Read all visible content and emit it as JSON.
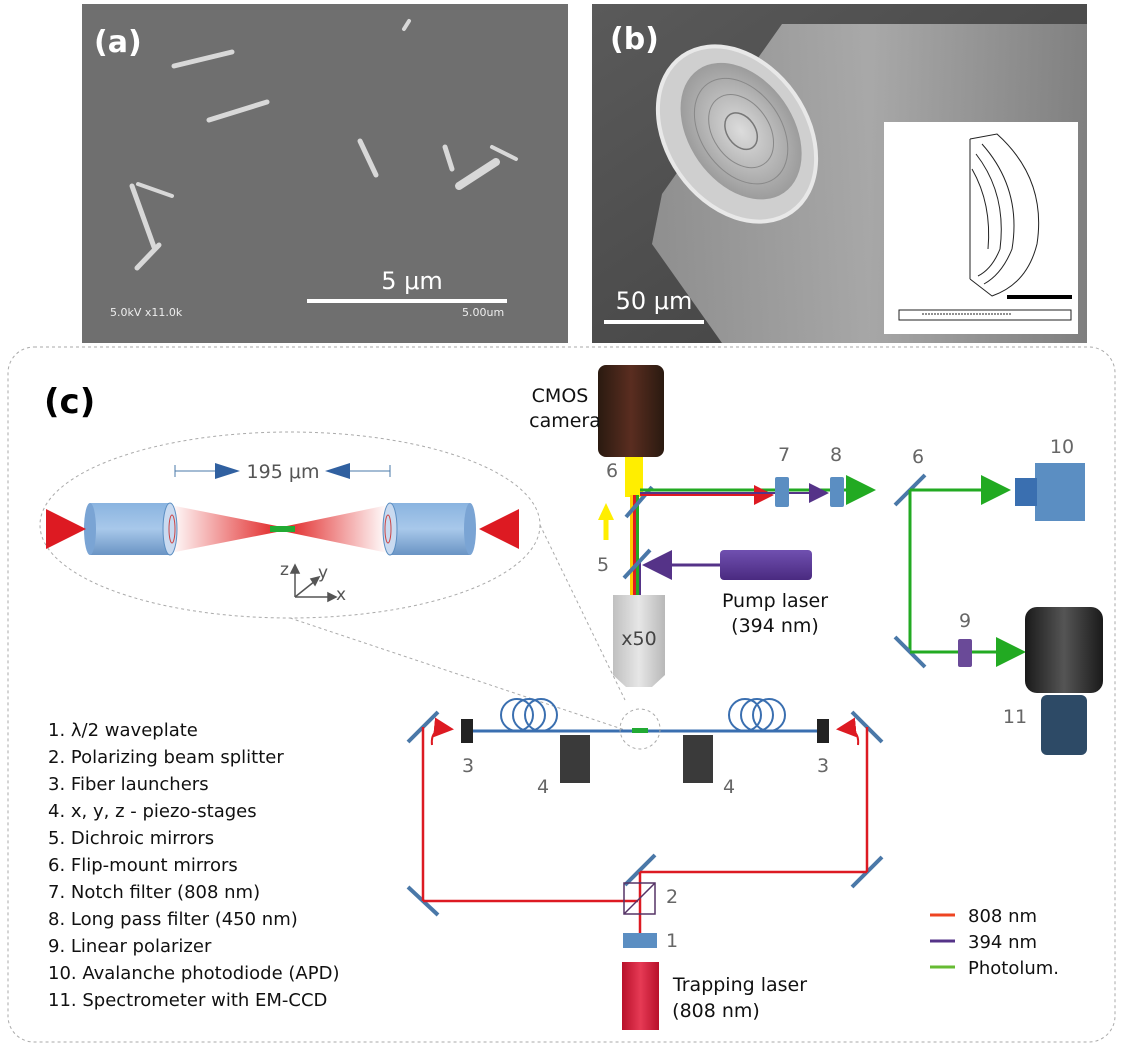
{
  "panel_a": {
    "label": "(a)",
    "scalebar": "5 μm",
    "footer_left": "5.0kV x11.0k",
    "footer_right": "5.00um"
  },
  "panel_b": {
    "label": "(b)",
    "scalebar": "50 μm"
  },
  "panel_c": {
    "label": "(c)",
    "camera": [
      "CMOS",
      "camera"
    ],
    "objective": "x50",
    "pump_laser": [
      "Pump laser",
      "(394 nm)"
    ],
    "trapping_laser": [
      "Trapping laser",
      "(808 nm)"
    ],
    "inset_distance": "195 μm",
    "axes": {
      "z": "z",
      "y": "y",
      "x": "x"
    },
    "component_numbers": {
      "flip1": "6",
      "dichroic": "5",
      "notch": "7",
      "longpass": "8",
      "flip2": "6",
      "apd": "10",
      "polarizer": "9",
      "spectrometer": "11",
      "launcher_left": "3",
      "launcher_right": "3",
      "stage_left": "4",
      "stage_right": "4",
      "pbs": "2",
      "waveplate": "1"
    },
    "legend_items": [
      "1. λ/2 waveplate",
      "2. Polarizing beam splitter",
      "3. Fiber launchers",
      "4. x, y, z - piezo-stages",
      "5. Dichroic mirrors",
      "6. Flip-mount mirrors",
      "7. Notch filter (808 nm)",
      "8. Long pass filter (450 nm)",
      "9. Linear polarizer",
      "10. Avalanche photodiode (APD)",
      "11. Spectrometer with EM-CCD"
    ],
    "beam_legend": [
      {
        "label": "808 nm",
        "color": "#ee4422"
      },
      {
        "label": "394 nm",
        "color": "#553388"
      },
      {
        "label": "Photolum.",
        "color": "#66bb33"
      }
    ]
  },
  "colors": {
    "red_beam": "#dd1a22",
    "green_beam": "#22aa22",
    "purple_beam": "#553388",
    "fiber": "#3a6fb0",
    "component_blue": "#5b8ec2",
    "mirror": "#4a78a8"
  }
}
